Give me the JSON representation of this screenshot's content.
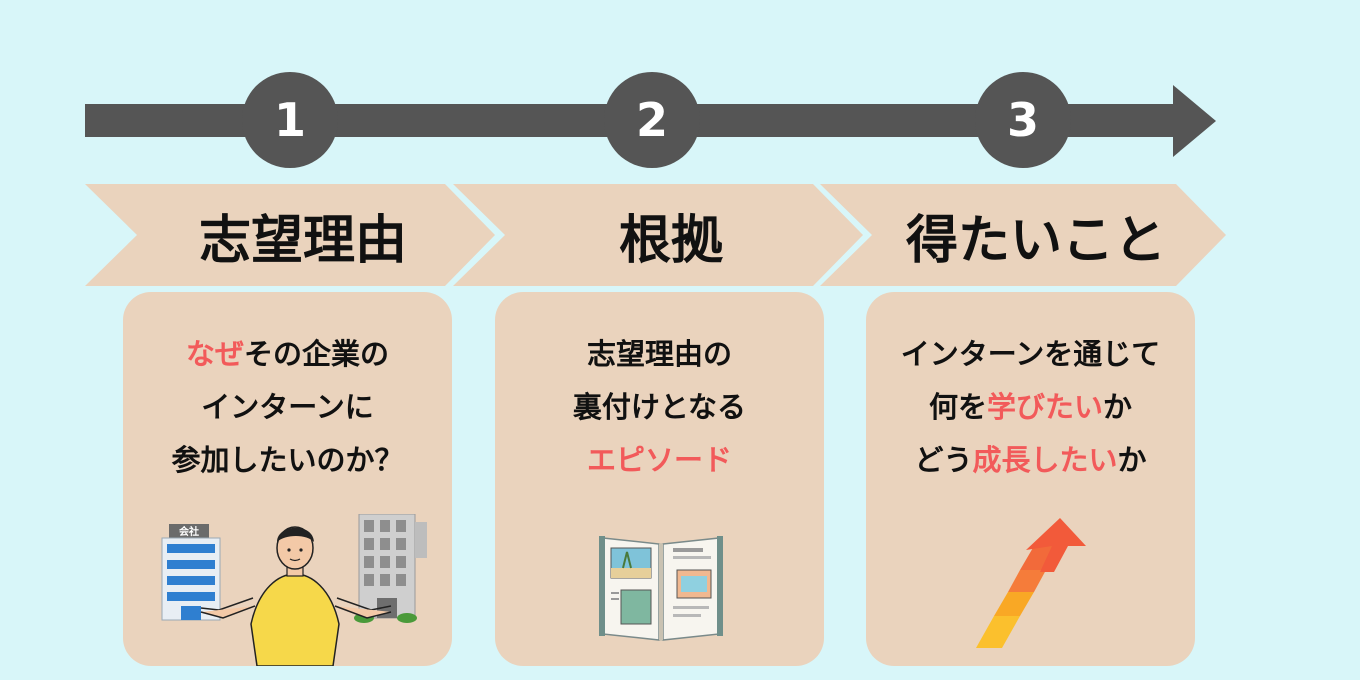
{
  "steps": [
    {
      "number": "1",
      "title": "志望理由",
      "lines": [
        [
          {
            "text": "なぜ",
            "hl": true
          },
          {
            "text": "その企業の",
            "hl": false
          }
        ],
        [
          {
            "text": "インターンに",
            "hl": false
          }
        ],
        [
          {
            "text": "参加したいのか？",
            "hl": false
          }
        ]
      ],
      "illustration": {
        "icon": "person-shrugging-between-company-buildings-icon",
        "sign_text": "会社"
      }
    },
    {
      "number": "2",
      "title": "根拠",
      "lines": [
        [
          {
            "text": "志望理由の",
            "hl": false
          }
        ],
        [
          {
            "text": "裏付けとなる",
            "hl": false
          }
        ],
        [
          {
            "text": "エピソード",
            "hl": true
          }
        ]
      ],
      "illustration": {
        "icon": "open-photo-album-icon"
      }
    },
    {
      "number": "3",
      "title": "得たいこと",
      "lines": [
        [
          {
            "text": "インターンを通じて",
            "hl": false
          }
        ],
        [
          {
            "text": "何を",
            "hl": false
          },
          {
            "text": "学びたい",
            "hl": true
          },
          {
            "text": "か",
            "hl": false
          }
        ],
        [
          {
            "text": "どう",
            "hl": false
          },
          {
            "text": "成長したい",
            "hl": true
          },
          {
            "text": "か",
            "hl": false
          }
        ]
      ],
      "illustration": {
        "icon": "rising-growth-arrow-icon"
      }
    }
  ],
  "colors": {
    "background": "#d8f6f9",
    "timeline": "#555555",
    "chevron": "#ead3bd",
    "card": "#ead3bd",
    "highlight": "#f25a5a",
    "text": "#111111"
  }
}
